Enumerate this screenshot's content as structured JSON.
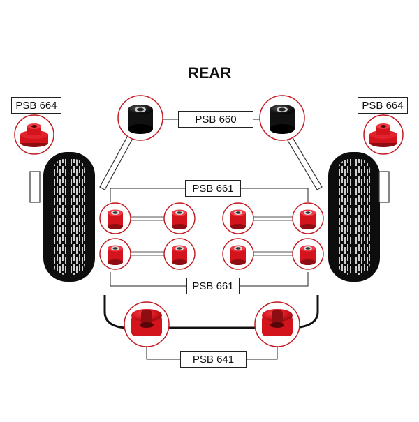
{
  "title": "REAR",
  "labels": {
    "psb664_left": "PSB 664",
    "psb664_right": "PSB 664",
    "psb660": "PSB 660",
    "psb661_upper": "PSB 661",
    "psb661_lower": "PSB 661",
    "psb641": "PSB 641"
  },
  "colors": {
    "bushing_red": "#d4141c",
    "bushing_dark_red": "#8e0d12",
    "bushing_black": "#141414",
    "ring_red": "#c41a22",
    "tire_black": "#0d0d0d",
    "connector_line": "#222222"
  }
}
